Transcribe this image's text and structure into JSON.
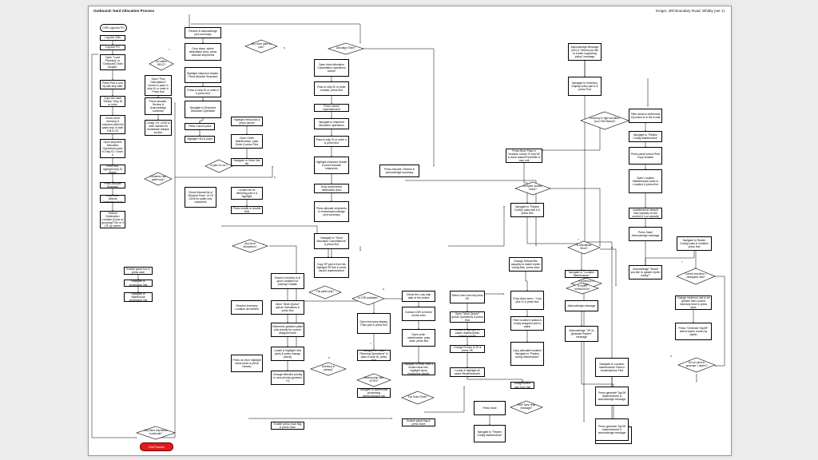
{
  "header": {
    "title": "Outbound: Hard Allocation Process",
    "subtitle": "Kroger, 300 Boundary Road, Whitby (ver 1)"
  },
  "terminators": {
    "start": "CSR Logs into PO",
    "end": "End Process"
  },
  "edge_labels": {
    "yes": "Y",
    "no": "N"
  },
  "boxes": [
    "Log into CMs",
    "Log into PO",
    "Open \"Load Planning\" or \"Outbound Order Display\"",
    "Press Find & sort by late ship date",
    "Copy the hash \"Ready\" Ship ID or order",
    "Check (from memory) if customer-label full pallet only or both Full & CS",
    "Open shipment Allocation Operations pass in Ship ID / Order #",
    "Press find, highlight ship ID header",
    "Press Allocate Shipment",
    "Drop down Selects Destination Area",
    "Drop down Selects Destination Location (Dons w/ grouping PO# or if LTL by carrier code)",
    "Enable panel box & press save",
    "Navigate to processing Tab",
    "Navigate to Warehouse processing Tab",
    "Review & Acknowledge pick summary",
    "Drop down, select destination Area, press Allocate shipments",
    "Open \"Pick Cancellation\" screen & pass in ship ID or order #, Press find",
    "Highlight shipment header, Press Allocate Shipment",
    "Press allocate, Review & Acknowledge summary",
    "Press in ship ID or order # & press find",
    "Navigate to Shipment Allocation Operation",
    "Config 'CS' UOM to units marked for immediate release section",
    "Press Cancel picks",
    "Highlight HELD picks",
    "Highlight Held picks & press cancel",
    "Open Order Maintenance, pass Order & press Find",
    "Navigate to Order line tab",
    "Check Manual list of \"Allowed Pans\" of CS UOM for pallet only customers",
    "Locate line for offending part # & highlight",
    "Press modify or double click",
    "Open short allocation Cancellation operations screen",
    "Pass in ship ID or order number, press find",
    "Press cancel replenishment",
    "Navigate to shipment Allocation operations",
    "Pass in ship ID or order # & press find",
    "Highlight shipment header & press allocate shipments",
    "Press Allocate, Review & acknowledge summary",
    "Drop down/select destination Area",
    "Press allocate shipments & review/acknowledge pick summary",
    "Navigate to \"Short Allocation Cancellations\" & press find",
    "Copy SP part # from list, highlight SP line & press cancel replenishment",
    "Resolve inventory Location as needed",
    "Open \"Work Queue\" queue Operations & press find",
    "Determine greatest pallet pick priority for current assigned work",
    "Locate & highlight new picks & press change priority",
    "Change effective priority to new priority (greatest +1)",
    "Press ok, then highlight same picks & press release",
    "Ensure Inventory is in good condition for picking? Details",
    "Open inventory display, Pass part & press find",
    "Navigate to \"Load Planning Operations\" & pass in ship ID, press find",
    "Check the Loss ship date of the orders",
    "Contact CSR to inform shorts exist",
    "Open order maintenance, pass order, press find",
    "Navigate to order lines & locate issue line, highlight issue lines/press Modify",
    "Navigate to warehouse processing tab/processing tab",
    "Enable panel flag & press Save",
    "Enable press clock flag & press Save",
    "Select User from list press OK",
    "Open \"Work Queue\" queue Operations & press find",
    "Locate & highlight all cases replens/press change priority",
    "Change Priority to 15 & press OK",
    "Locate & highlight all cases Replenishment",
    "Press Assign/select user from list/ press OK",
    "Press Save",
    "Navigate to \"Replen Config Maintenance\"",
    "Change Default Min capacity to match replen config Max, press save",
    "Drop down area > \"Lisa pick % & press find",
    "Filter location's status is empty assigned part is blank",
    "Copy allocated location/ Navigate to \"Replen config maintenance\"",
    "Press New/ Pass in location/ unlock % box/ fill in area/ status/Panel/Min & max unit",
    "Navigate to \"Replen Config\" pass part # & press find",
    "Navigate to \"Location Maintenance\"",
    "Acknowledge message",
    "Acknowledge \"OK to generate Replen\" message",
    "Press generate Top-off Replenishment mode (by part #), press ok",
    "Navigate to Location maintenance/ Pass in location/press Find",
    "Press generate TopOff replenishment & acknowledge message",
    "Press generate TopOff replenishment & acknowledge message",
    "Acknowledge Message (OK) & \"Would you like to create supporting policy\" message",
    "Navigate to Inventory Display/ pass part # & press Find",
    "Filter areas to determine if product is in the A wall",
    "Navigate to \"Replen Config Maintenance\"",
    "Press part#/ press Find/ Copy location",
    "Open Location Maintenance/ pass in Location & press find",
    "Update location maintenance/ default max capacity so the current in Loc capacity +5 full max pallets",
    "Press Save/ Acknowledge message",
    "Acknowledge \"Would you like to update replen config?\"",
    "Navigate to Replen Config/ pass in location/ press find",
    "Change minimum unit to be greater than current inventory level & press save",
    "Press \"Generate TopOff\" select replen mode (by part#)",
    "Press OK/ Acknowledge \"OK to generate replen?\" message"
  ],
  "decisions": [
    "Any more parts to pick?",
    "Inv status 'HELD'?",
    "Allocation Short?",
    "Customer has pallet only?",
    "Is part on Loc?",
    "Any short Allocations?",
    "Full pallet only?",
    "Is CSR available?",
    "Inventory in picking?",
    "Missing ship date on RO?",
    "Full Order Short?",
    "Any More shipments to allocate?",
    "Inventory in right condition (Loc/ Part Status)?",
    "Is replen location found?",
    "Is Allocations Short?",
    "Is inventory in Loc?",
    "Is replen threshold hit?",
    "Current inventory > configured max?",
    "Do we need to generate 1 replen?",
    "Hit in Sync drop message?"
  ]
}
